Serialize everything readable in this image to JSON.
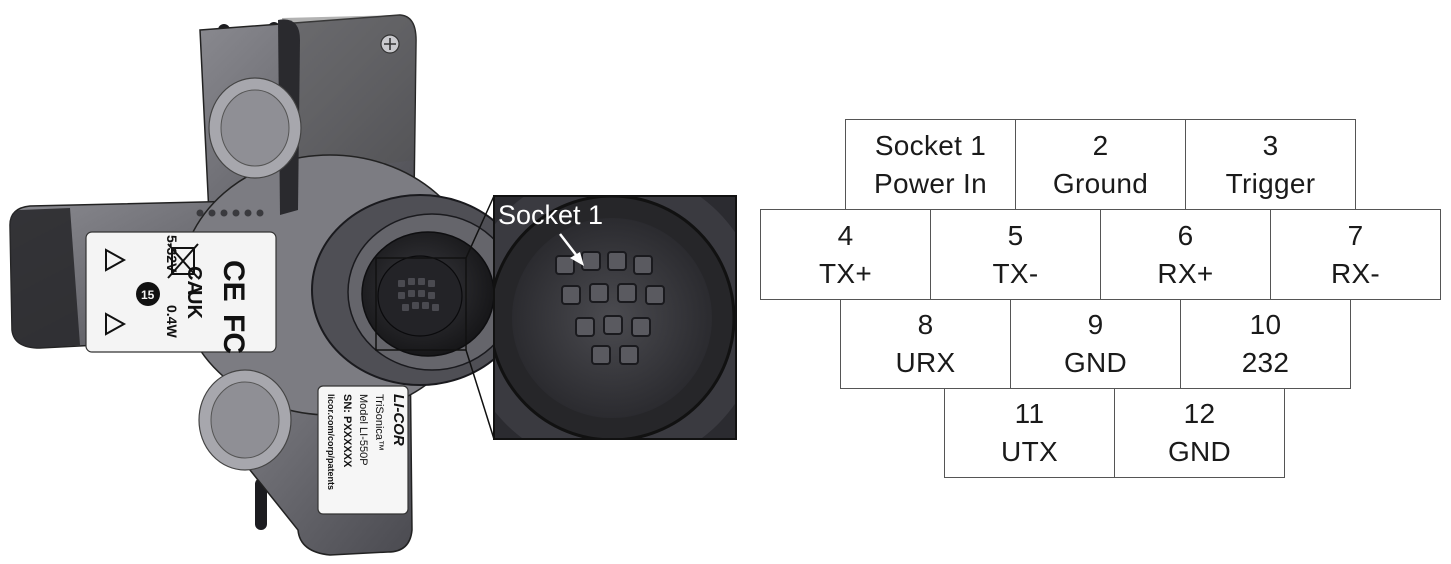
{
  "device": {
    "callout_label": "Socket 1",
    "label_main": {
      "brand": "LI-COR",
      "product": "TriSonica™",
      "model": "Model LI-550P",
      "serial": "SN: PXXXXXX",
      "url": "licor.com/corp/patents"
    },
    "label_reg": {
      "voltage": "5-32V",
      "power": "0.4W",
      "ce": "CE",
      "fc": "FC",
      "ukca_top": "UK",
      "ukca_bottom": "CA",
      "rohs": "15"
    }
  },
  "pinout": {
    "rows": [
      [
        {
          "num": "Socket 1",
          "sig": "Power In"
        },
        {
          "num": "2",
          "sig": "Ground"
        },
        {
          "num": "3",
          "sig": "Trigger"
        }
      ],
      [
        {
          "num": "4",
          "sig": "TX+"
        },
        {
          "num": "5",
          "sig": "TX-"
        },
        {
          "num": "6",
          "sig": "RX+"
        },
        {
          "num": "7",
          "sig": "RX-"
        }
      ],
      [
        {
          "num": "8",
          "sig": "URX"
        },
        {
          "num": "9",
          "sig": "GND"
        },
        {
          "num": "10",
          "sig": "232"
        }
      ],
      [
        {
          "num": "11",
          "sig": "UTX"
        },
        {
          "num": "12",
          "sig": "GND"
        }
      ]
    ]
  }
}
